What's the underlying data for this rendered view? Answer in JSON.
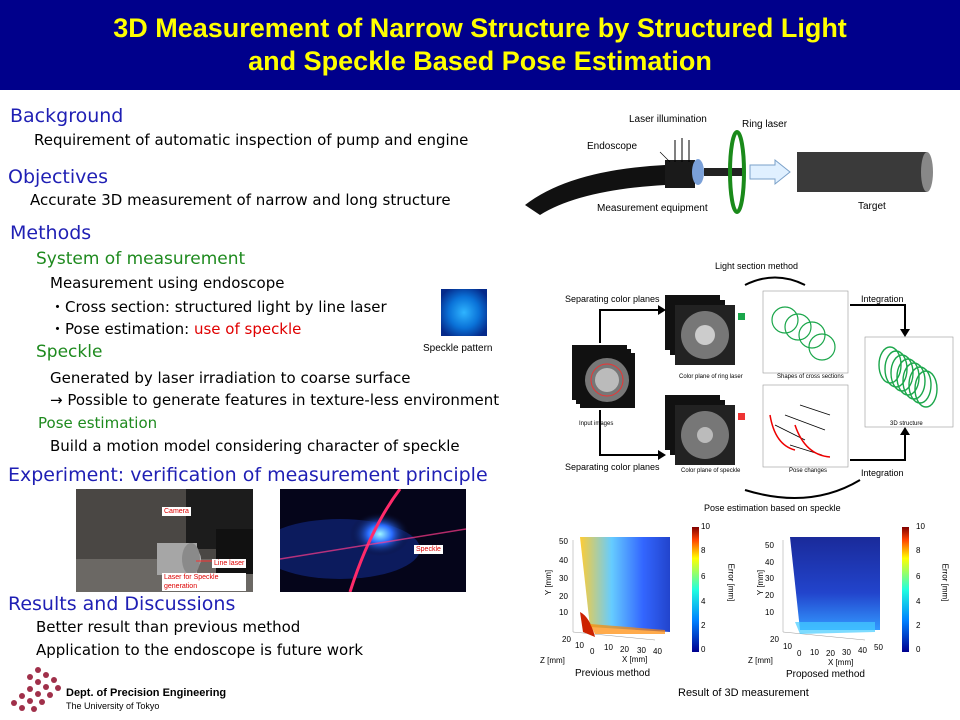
{
  "header": {
    "title_line1": "3D Measurement of Narrow Structure by Structured Light",
    "title_line2": "and Speckle Based Pose Estimation"
  },
  "background": {
    "heading": "Background",
    "text": "Requirement of automatic inspection of pump and engine"
  },
  "objectives": {
    "heading": "Objectives",
    "text": "Accurate 3D measurement of narrow and long structure"
  },
  "methods": {
    "heading": "Methods",
    "system": {
      "heading": "System of measurement",
      "line1": "Measurement using endoscope",
      "line2": "・Cross section: structured light by line laser",
      "line3_prefix": "・Pose estimation: ",
      "line3_highlight": "use of speckle"
    },
    "speckle": {
      "heading": "Speckle",
      "line1": "Generated by laser irradiation to coarse surface",
      "line2": "→ Possible to generate features in texture-less environment"
    },
    "pose": {
      "heading": "Pose estimation",
      "line1": "Build a motion model considering character of speckle"
    },
    "speckle_pattern_caption": "Speckle pattern"
  },
  "experiment": {
    "heading": "Experiment: verification of measurement principle",
    "photo1_tags": {
      "camera": "Camera",
      "line_laser": "Line laser",
      "laser_speckle": "Laser for Speckle generation"
    },
    "photo2_tag": "Speckle"
  },
  "results": {
    "heading": "Results and Discussions",
    "line1": "Better result than previous method",
    "line2": "Application to the endoscope is future work"
  },
  "setup_figure": {
    "laser_illumination": "Laser illumination",
    "ring_laser": "Ring laser",
    "endoscope": "Endoscope",
    "measurement_equipment": "Measurement equipment",
    "target": "Target"
  },
  "flow_figure": {
    "light_section_method": "Light section method",
    "separating_top": "Separating color planes",
    "separating_bottom": "Separating color planes",
    "integration_top": "Integration",
    "integration_bottom": "Integration",
    "input_images": "Input images",
    "color_plane_ring": "Color plane of ring laser",
    "shapes_cross": "Shapes of cross sections",
    "color_plane_speckle": "Color plane of speckle",
    "pose_changes": "Pose changes",
    "structure_3d": "3D structure",
    "pose_estimation": "Pose estimation based on speckle"
  },
  "plots": {
    "previous_caption": "Previous method",
    "proposed_caption": "Proposed method",
    "overall_caption": "Result of 3D measurement",
    "y_label": "Y [mm]",
    "x_label": "X [mm]",
    "z_label": "Z [mm]",
    "error_label": "Error [mm]",
    "y_ticks": [
      "50",
      "40",
      "30",
      "20",
      "10"
    ],
    "x_ticks": [
      "10",
      "20",
      "30",
      "40",
      "50"
    ],
    "z_ticks": [
      "20",
      "10",
      "0"
    ],
    "cbar_ticks": [
      "10",
      "8",
      "6",
      "4",
      "2",
      "0"
    ]
  },
  "footer": {
    "dept": "Dept. of Precision Engineering",
    "univ": "The University of Tokyo"
  },
  "colors": {
    "header_bg": "#00008b",
    "title": "#ffff00",
    "heading_blue": "#1f1fb4",
    "heading_green": "#1e8a1e",
    "highlight_red": "#e00000",
    "logo": "#a0304a"
  }
}
